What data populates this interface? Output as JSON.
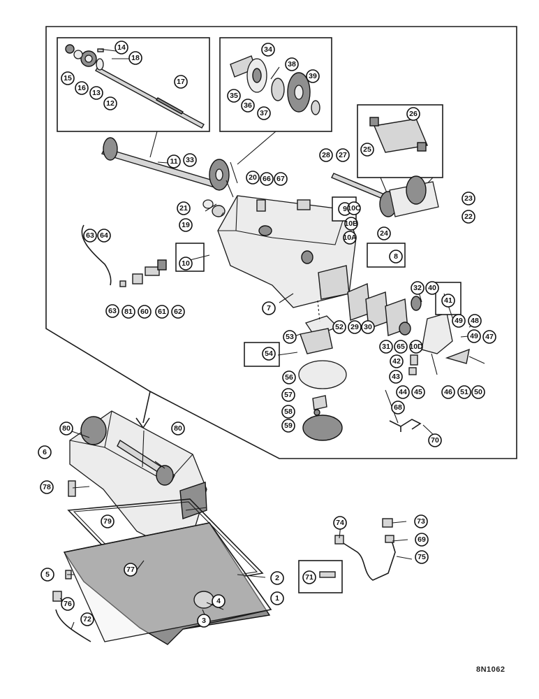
{
  "drawing": {
    "reference_code": "8N1062"
  },
  "callouts": [
    "1",
    "2",
    "3",
    "4",
    "5",
    "6",
    "7",
    "8",
    "9",
    "10",
    "10A",
    "10B",
    "10C",
    "10D",
    "11",
    "12",
    "13",
    "14",
    "15",
    "16",
    "17",
    "18",
    "19",
    "20",
    "21",
    "22",
    "23",
    "24",
    "25",
    "26",
    "27",
    "28",
    "29",
    "30",
    "31",
    "32",
    "33",
    "34",
    "35",
    "36",
    "37",
    "38",
    "39",
    "40",
    "41",
    "42",
    "43",
    "44",
    "45",
    "46",
    "47",
    "48",
    "49",
    "50",
    "51",
    "52",
    "53",
    "54",
    "56",
    "57",
    "58",
    "59",
    "60",
    "61",
    "62",
    "63",
    "64",
    "65",
    "66",
    "67",
    "68",
    "69",
    "70",
    "71",
    "72",
    "73",
    "74",
    "75",
    "76",
    "77",
    "78",
    "79",
    "80",
    "81"
  ],
  "colors": {
    "ink": "#1a1a1a",
    "part_fill": "#d6d6d6",
    "shadow": "#8f8f8f",
    "paper": "#ffffff"
  }
}
